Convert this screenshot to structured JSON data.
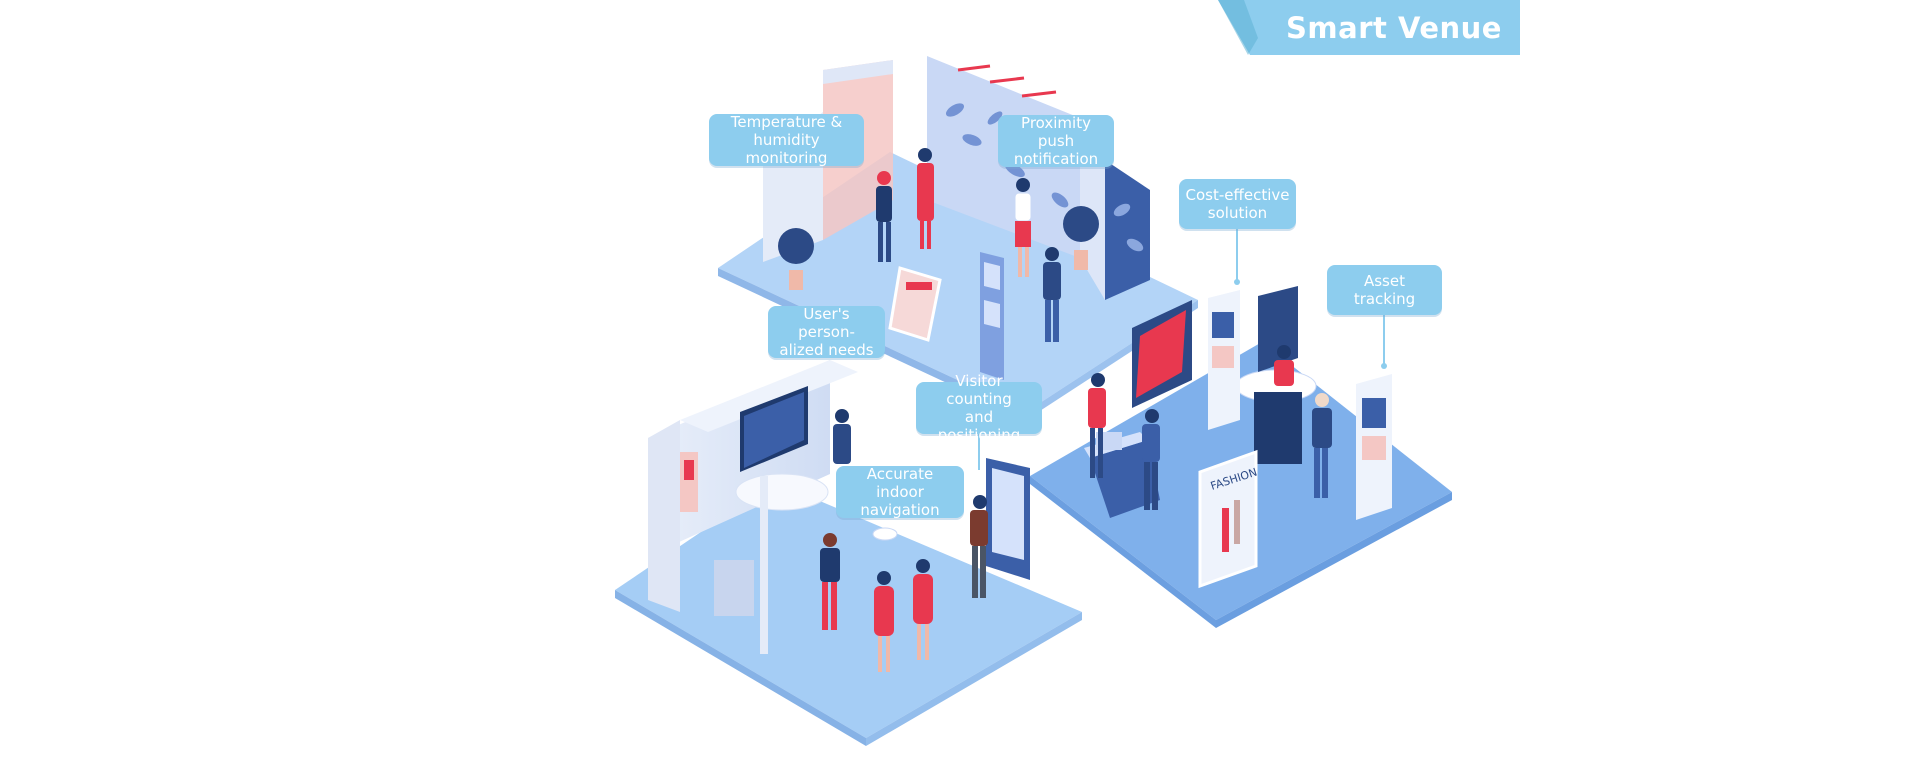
{
  "banner": {
    "title": "Smart Venue"
  },
  "labels": {
    "temperature": "Temperature &\nhumidity monitoring",
    "proximity": "Proximity push\nnotification",
    "cost": "Cost-effective\nsolution",
    "asset": "Asset tracking",
    "user": "User's person-\nalized needs",
    "visitor": "Visitor counting\nand positioning",
    "navigation": "Accurate indoor\nnavigation"
  },
  "signage": {
    "fashion": "FASHION"
  },
  "colors": {
    "label_bg": "#8dcdee",
    "banner_bg": "#8dcdee",
    "floor": "#a5cdf5",
    "accent_red": "#e8384f",
    "navy": "#1f3a6e"
  }
}
